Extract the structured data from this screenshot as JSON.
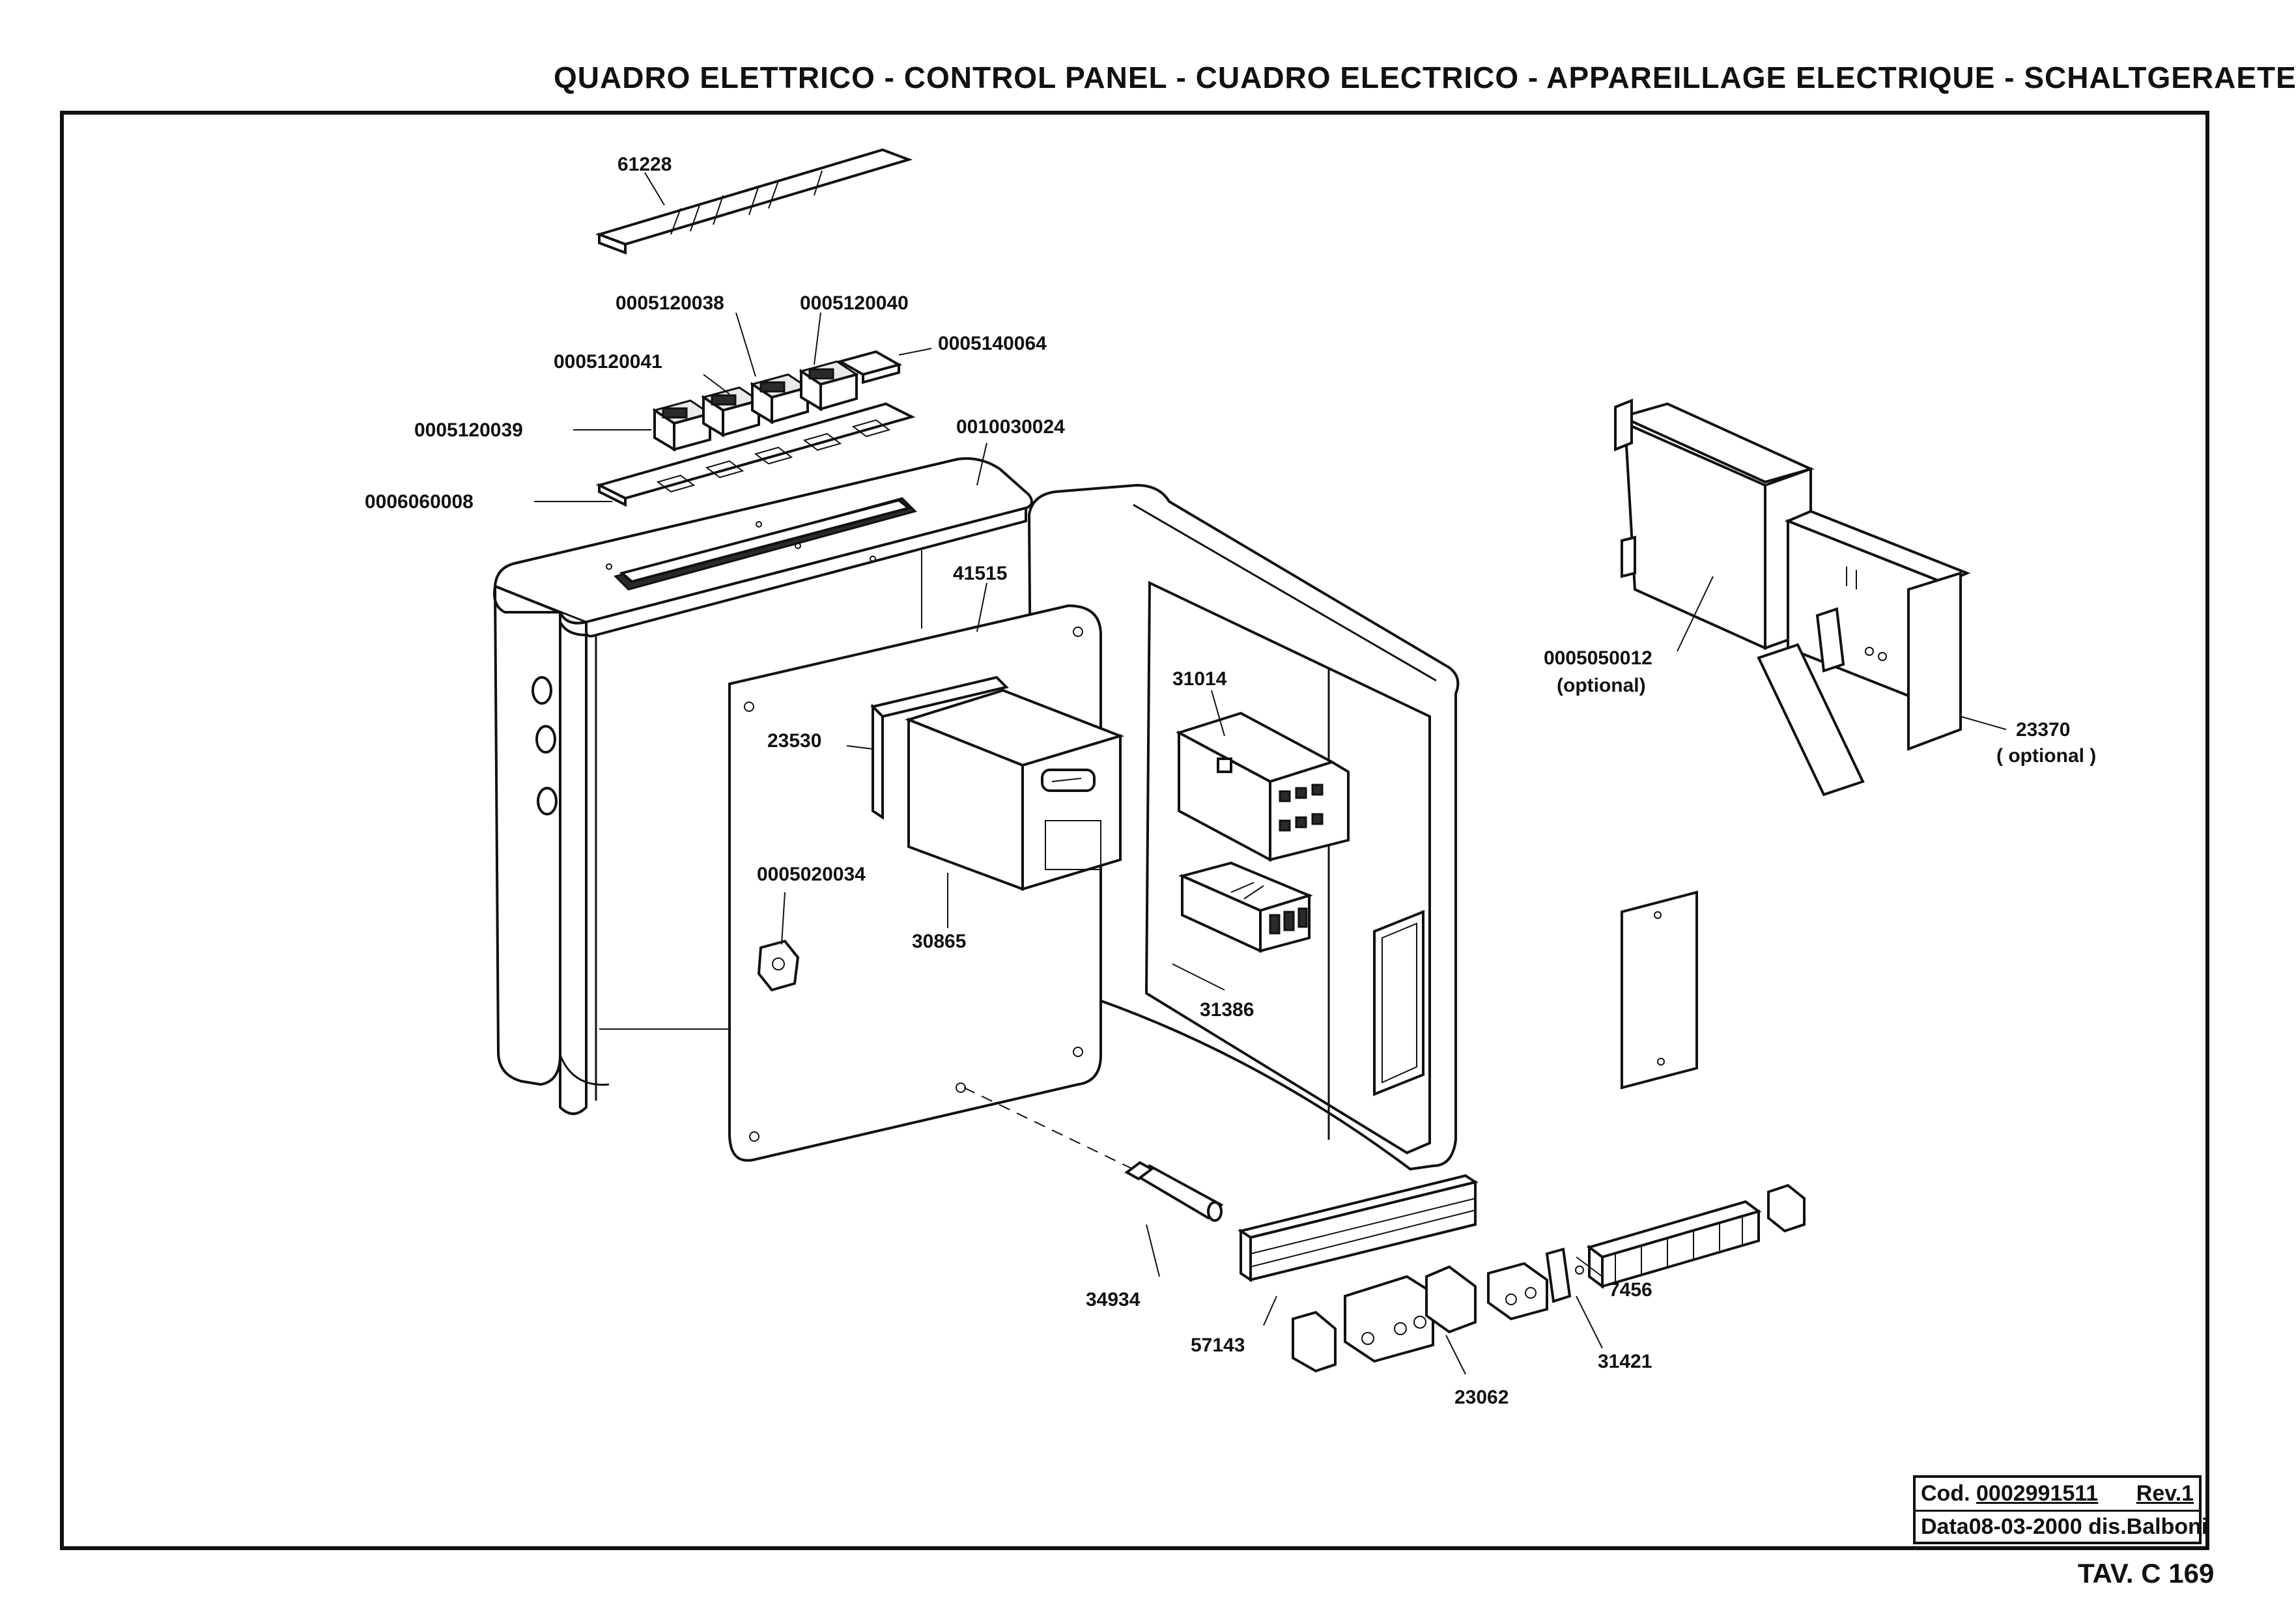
{
  "header": {
    "title": "QUADRO ELETTRICO - CONTROL PANEL - CUADRO ELECTRICO - APPAREILLAGE ELECTRIQUE - SCHALTGERAETE"
  },
  "parts": [
    {
      "code": "61228"
    },
    {
      "code": "0005120038"
    },
    {
      "code": "0005120040"
    },
    {
      "code": "0005140064"
    },
    {
      "code": "0005120041"
    },
    {
      "code": "0005120039"
    },
    {
      "code": "0010030024"
    },
    {
      "code": "0006060008"
    },
    {
      "code": "41515"
    },
    {
      "code": "31014"
    },
    {
      "code": "23530"
    },
    {
      "code": "0005020034"
    },
    {
      "code": "30865"
    },
    {
      "code": "31386"
    },
    {
      "code": "34934"
    },
    {
      "code": "57143"
    },
    {
      "code": "23062"
    },
    {
      "code": "31421"
    },
    {
      "code": "7456"
    },
    {
      "code": "0005050012",
      "note": "(optional)"
    },
    {
      "code": "23370",
      "note": "( optional )"
    }
  ],
  "cartouche": {
    "cod_label": "Cod.",
    "cod_value": "0002991511",
    "rev": "Rev.1",
    "data_label": "Data",
    "data_value": "08-03-2000",
    "author": "dis.Balboni"
  },
  "sheet_id": "TAV. C 169"
}
